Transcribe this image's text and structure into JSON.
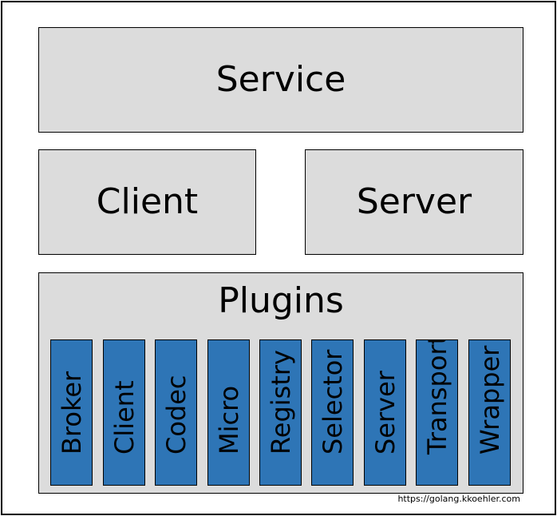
{
  "service": {
    "label": "Service"
  },
  "client": {
    "label": "Client"
  },
  "server": {
    "label": "Server"
  },
  "plugins": {
    "title": "Plugins",
    "items": [
      {
        "label": "Broker"
      },
      {
        "label": "Client"
      },
      {
        "label": "Codec"
      },
      {
        "label": "Micro"
      },
      {
        "label": "Registry"
      },
      {
        "label": "Selector"
      },
      {
        "label": "Server"
      },
      {
        "label": "Transport"
      },
      {
        "label": "Wrapper"
      }
    ]
  },
  "credit": "https://golang.kkoehler.com",
  "colors": {
    "box_fill": "#dcdcdc",
    "plugin_fill": "#2e75b6",
    "border": "#000000"
  }
}
